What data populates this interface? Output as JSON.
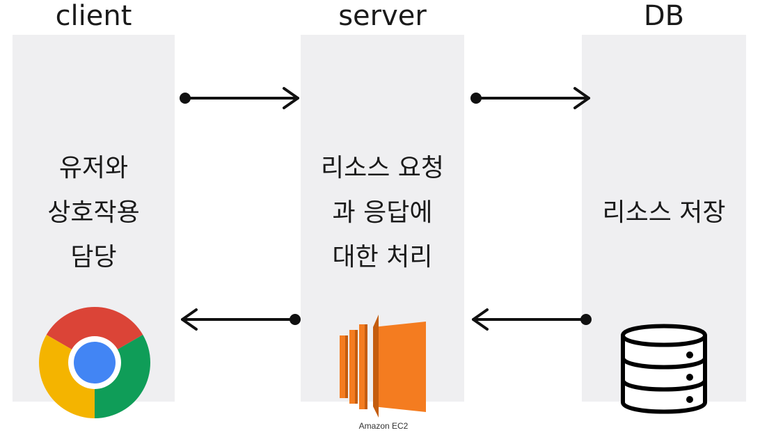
{
  "columns": {
    "client": {
      "title": "client",
      "lines": [
        "유저와",
        "상호작용",
        "담당"
      ],
      "icon": "chrome-icon"
    },
    "server": {
      "title": "server",
      "lines": [
        "리소스 요청",
        "과 응답에",
        "대한 처리"
      ],
      "icon": "amazon-ec2-icon",
      "icon_caption": "Amazon EC2"
    },
    "db": {
      "title": "DB",
      "lines": [
        "리소스 저장"
      ],
      "icon": "database-icon"
    }
  },
  "arrows": [
    {
      "name": "client-to-server-arrow",
      "direction": "right"
    },
    {
      "name": "server-to-db-arrow",
      "direction": "right"
    },
    {
      "name": "server-to-client-arrow",
      "direction": "left"
    },
    {
      "name": "db-to-server-arrow",
      "direction": "left"
    }
  ],
  "colors": {
    "panel": "#efeff1",
    "arrow": "#111111",
    "ec2_orange": "#f47c20",
    "chrome_red": "#db4437",
    "chrome_green": "#0f9d58",
    "chrome_yellow": "#f4b400",
    "chrome_blue": "#4285f4"
  }
}
